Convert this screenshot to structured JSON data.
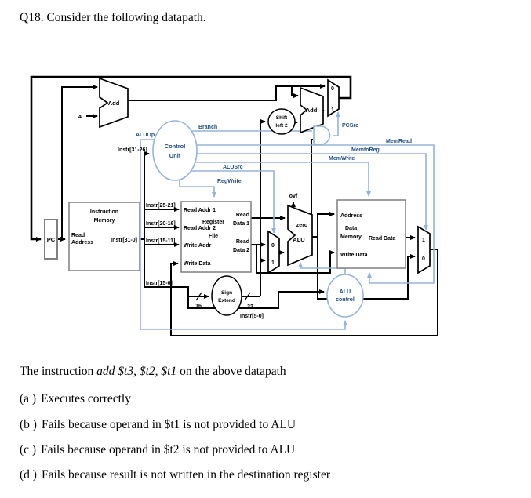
{
  "title": "Q18. Consider the following datapath.",
  "question": {
    "prefix": "The instruction ",
    "instruction": "add $t3, $t2, $t1",
    "suffix": " on the above datapath",
    "options": [
      {
        "label": "(a )",
        "text": "Executes correctly"
      },
      {
        "label": "(b )",
        "text": "Fails because operand in $t1 is not provided to ALU"
      },
      {
        "label": "(c )",
        "text": "Fails because operand in $t2 is not provided to ALU"
      },
      {
        "label": "(d )",
        "text": "Fails because result is not written in the destination register"
      }
    ]
  },
  "colors": {
    "wire": "#000000",
    "control_line": "#95b3d7",
    "control_text": "#1f4e79",
    "box_border": "#7f7f7f"
  },
  "datapath": {
    "pc": "PC",
    "add1": "Add",
    "add2": "Add",
    "four": "4",
    "mux": {
      "zero": "0",
      "one": "1"
    },
    "shift_left": {
      "line1": "Shift",
      "line2": "left 2"
    },
    "control_unit": {
      "line1": "Control",
      "line2": "Unit"
    },
    "signals": {
      "aluop": "ALUOp",
      "instr_31_26": "Instr[31-26]",
      "branch": "Branch",
      "memread": "MemRead",
      "memtoreg": "MemtoReg",
      "memwrite": "MemWrite",
      "alusrc": "ALUSrc",
      "regwrite": "RegWrite",
      "pcsrc": "PCSrc"
    },
    "instruction_memory": {
      "line1": "Instruction",
      "line2": "Memory",
      "read_address_line1": "Read",
      "read_address_line2": "Address",
      "output": "Instr[31-0]"
    },
    "buses": {
      "instr_25_21": "Instr[25-21]",
      "instr_20_16": "Instr[20-16]",
      "instr_15_11": "Instr[15-11]",
      "instr_15_0": "Instr[15-0]",
      "instr_5_0": "Instr[5-0]",
      "w16": "16",
      "w32": "32"
    },
    "register_file": {
      "read_addr_1": "Read Addr 1",
      "read_addr_2": "Read Addr 2",
      "center1": "Register",
      "center2": "File",
      "write_addr": "Write Addr",
      "write_data": "Write Data",
      "rd1a": "Read",
      "rd1b": "Data 1",
      "rd2a": "Read",
      "rd2b": "Data 2"
    },
    "sign_extend": {
      "line1": "Sign",
      "line2": "Extend"
    },
    "alu": {
      "ovf": "ovf",
      "zero": "zero",
      "name": "ALU"
    },
    "alu_control": {
      "line1": "ALU",
      "line2": "control"
    },
    "data_memory": {
      "address": "Address",
      "center1": "Data",
      "center2": "Memory",
      "read_data": "Read Data",
      "write_data": "Write Data"
    }
  }
}
